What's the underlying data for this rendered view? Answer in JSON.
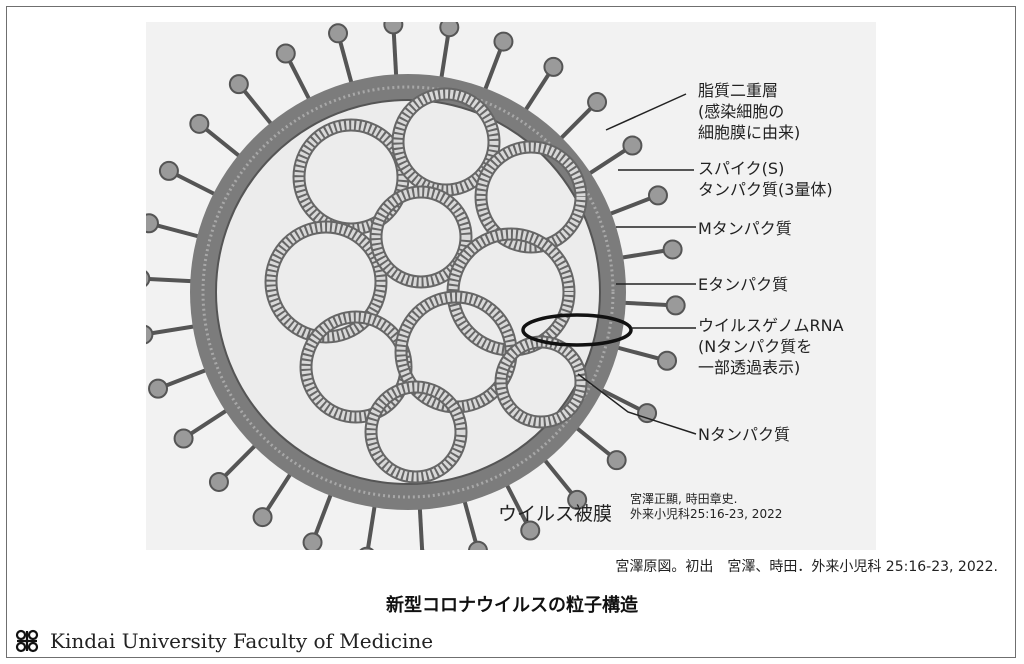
{
  "labels": {
    "lipid": [
      "脂質二重層",
      "(感染細胞の",
      "細胞膜に由来)"
    ],
    "spike": [
      "スパイク(S)",
      "タンパク質(3量体)"
    ],
    "m_protein": "Mタンパク質",
    "e_protein": "Eタンパク質",
    "genome": [
      "ウイルスゲノムRNA",
      "(Nタンパク質を",
      "一部透過表示)"
    ],
    "n_protein": "Nタンパク質"
  },
  "envelope_label": "ウイルス被膜",
  "reference": [
    "宮澤正顯, 時田章史.",
    "外来小児科25:16-23, 2022"
  ],
  "source_note": "宮澤原図。初出　宮澤、時田．外来小児科 25:16-23, 2022.",
  "caption": "新型コロナウイルスの粒子構造",
  "footer": {
    "logo_icon": "kindai-university-logo-icon",
    "text": "Kindai University Faculty of Medicine"
  }
}
